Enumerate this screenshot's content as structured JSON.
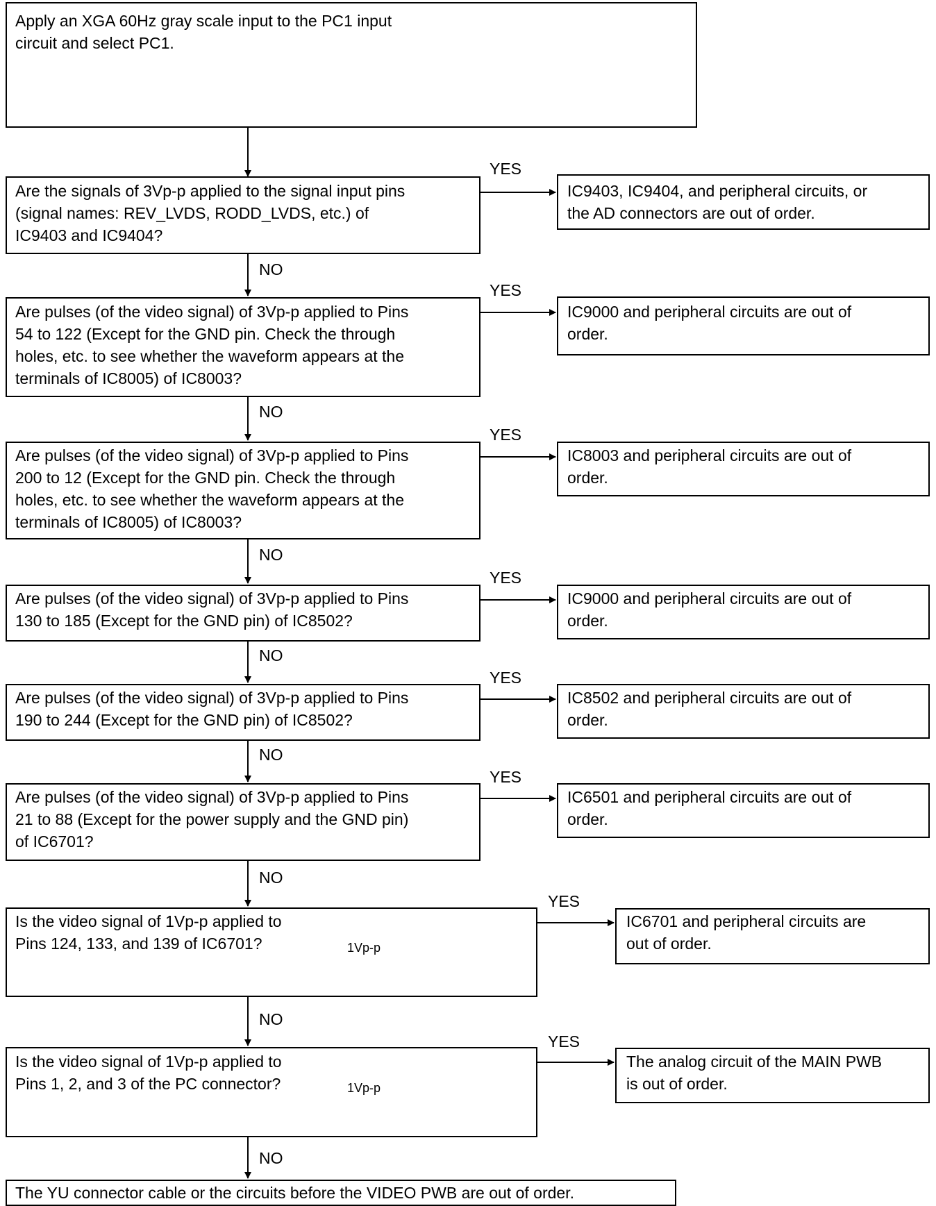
{
  "labels": {
    "yes": "YES",
    "no": "NO",
    "amplitude": "1Vp-p"
  },
  "steps": [
    {
      "id": "start",
      "text": "Apply an XGA 60Hz gray scale input to the PC1 input\ncircuit and select PC1."
    },
    {
      "id": "q1",
      "question": "Are the signals of 3Vp-p applied to the signal input pins\n(signal names: REV_LVDS, RODD_LVDS, etc.) of\nIC9403 and IC9404?",
      "yes_result": "IC9403, IC9404, and peripheral circuits, or\nthe AD connectors are out of order."
    },
    {
      "id": "q2",
      "question": "Are pulses (of the video signal) of 3Vp-p applied to Pins\n54 to 122 (Except for the GND pin. Check the through\nholes, etc. to see whether the waveform appears at the\nterminals of IC8005) of IC8003?",
      "yes_result": "IC9000 and peripheral circuits are out of\norder."
    },
    {
      "id": "q3",
      "question": "Are pulses (of the video signal) of 3Vp-p applied to Pins\n200 to 12 (Except for the GND pin. Check the through\nholes, etc. to see whether the waveform appears at the\nterminals of IC8005) of IC8003?",
      "yes_result": "IC8003 and peripheral circuits are out of\norder."
    },
    {
      "id": "q4",
      "question": "Are pulses (of the video signal) of 3Vp-p applied to Pins\n130 to 185 (Except for the GND pin) of IC8502?",
      "yes_result": "IC9000 and peripheral circuits are out of\norder."
    },
    {
      "id": "q5",
      "question": "Are pulses (of the video signal) of 3Vp-p applied to Pins\n190 to 244 (Except for the GND pin) of IC8502?",
      "yes_result": "IC8502 and peripheral circuits are out of\norder."
    },
    {
      "id": "q6",
      "question": "Are pulses (of the video signal) of 3Vp-p applied to Pins\n21 to 88 (Except for the power supply and the GND pin)\nof IC6701?",
      "yes_result": "IC6501 and peripheral circuits are out of\norder."
    },
    {
      "id": "q7",
      "question": "Is the video signal of 1Vp-p applied to\nPins 124, 133, and 139 of IC6701?",
      "yes_result": "IC6701 and peripheral circuits are\nout of order."
    },
    {
      "id": "q8",
      "question": "Is the video signal of 1Vp-p applied to\nPins 1, 2, and 3 of the PC connector?",
      "yes_result": "The analog circuit of the MAIN PWB\nis out of order."
    },
    {
      "id": "end",
      "text": "The YU connector cable or the circuits before the VIDEO PWB are out of order."
    }
  ]
}
